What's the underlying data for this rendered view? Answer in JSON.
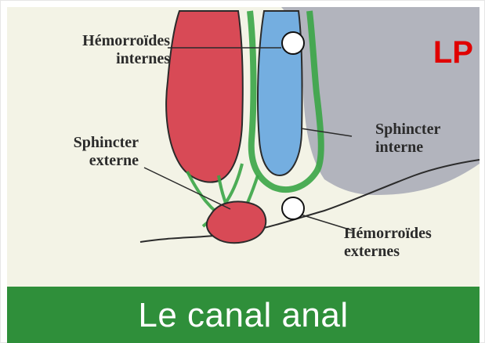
{
  "labels": {
    "hemorroides_internes_1": "Hémorroïdes",
    "hemorroides_internes_2": "internes",
    "sphincter_externe_1": "Sphincter",
    "sphincter_externe_2": "externe",
    "sphincter_interne_1": "Sphincter",
    "sphincter_interne_2": "interne",
    "hemorroides_externes_1": "Hémorroïdes",
    "hemorroides_externes_2": "externes"
  },
  "badge": {
    "text": "LP",
    "color": "#e00000"
  },
  "footer": {
    "title": "Le canal anal",
    "background": "#2f8f3a",
    "text_color": "#ffffff"
  },
  "colors": {
    "background": "#f3f3e6",
    "hemorroid_red": "#d84a56",
    "muscle_blue": "#74aee0",
    "sheath_green": "#3aa546",
    "tissue_gray": "#7c7f9b",
    "outline": "#2b2b2b",
    "marker": "#ffffff"
  }
}
